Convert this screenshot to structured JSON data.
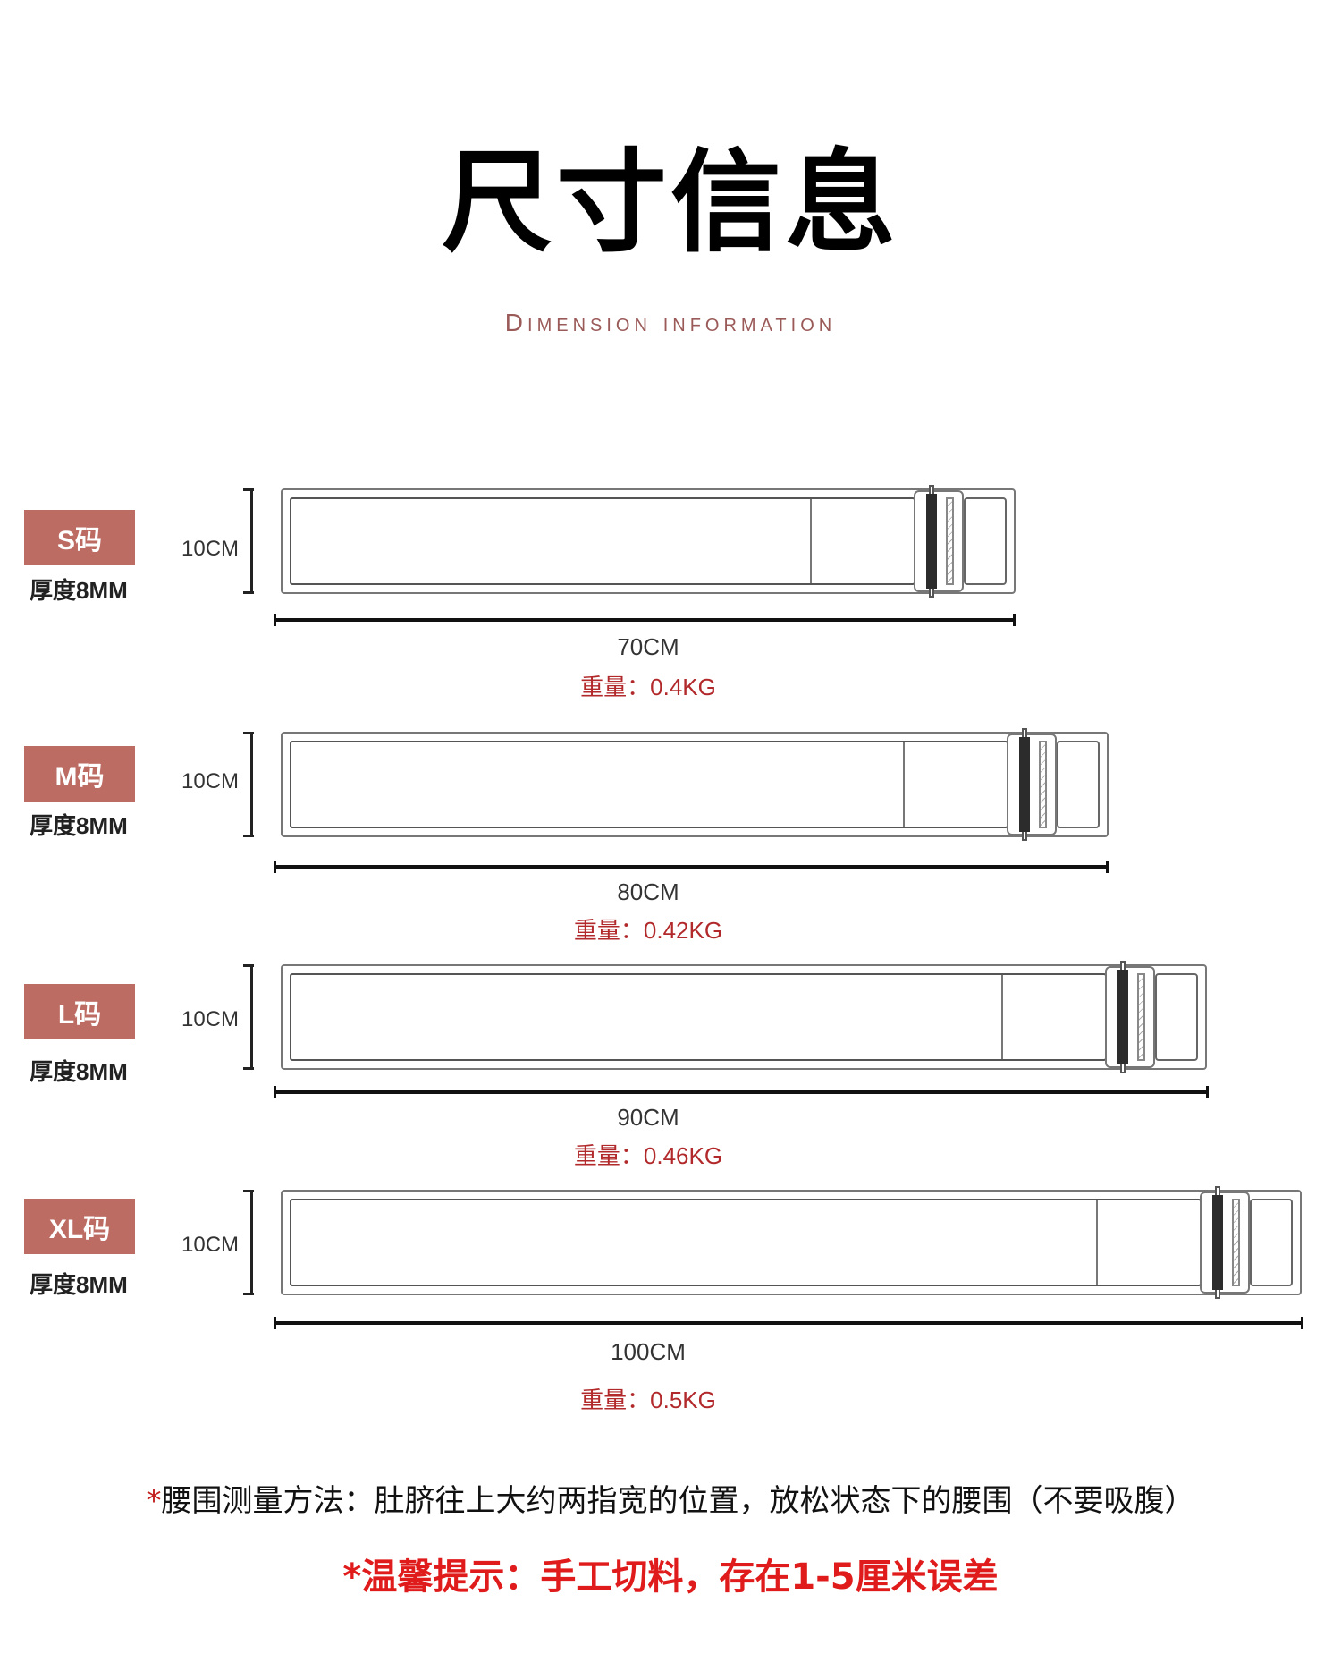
{
  "header": {
    "title": "尺寸信息",
    "subtitle": "Dimension information"
  },
  "sizes": [
    {
      "badge": "S码",
      "thickness": "厚度8MM",
      "height": "10CM",
      "length": "70CM",
      "weight": "重量：0.4KG"
    },
    {
      "badge": "M码",
      "thickness": "厚度8MM",
      "height": "10CM",
      "length": "80CM",
      "weight": "重量：0.42KG"
    },
    {
      "badge": "L码",
      "thickness": "厚度8MM",
      "height": "10CM",
      "length": "90CM",
      "weight": "重量：0.46KG"
    },
    {
      "badge": "XL码",
      "thickness": "厚度8MM",
      "height": "10CM",
      "length": "100CM",
      "weight": "重量：0.5KG"
    }
  ],
  "notes": {
    "star": "*",
    "measure": "腰围测量方法：肚脐往上大约两指宽的位置，放松状态下的腰围（不要吸腹）",
    "tip": "*温馨提示：手工切料，存在1-5厘米误差"
  },
  "colors": {
    "badge": "#bd6c63",
    "subtitle": "#9a5a58",
    "weight_text": "#b2292b",
    "tip_text": "#e01b1b"
  }
}
